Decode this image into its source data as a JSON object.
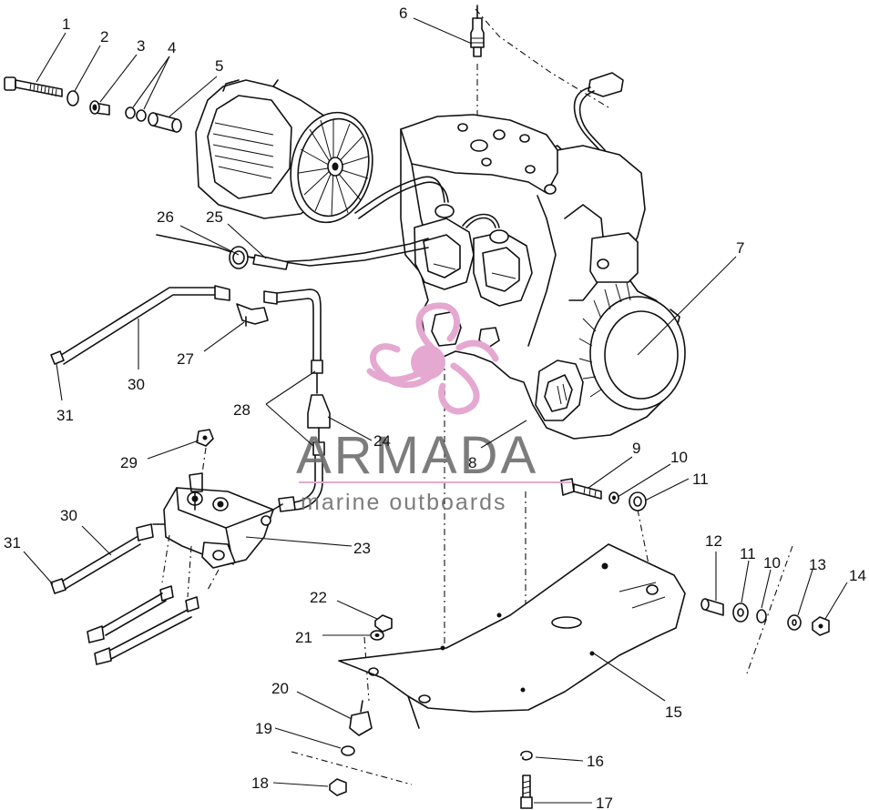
{
  "callouts": {
    "c1": "1",
    "c2": "2",
    "c3": "3",
    "c4": "4",
    "c5": "5",
    "c6": "6",
    "c7": "7",
    "c8": "8",
    "c9": "9",
    "c10": "10",
    "c10b": "10",
    "c11": "11",
    "c11b": "11",
    "c12": "12",
    "c13": "13",
    "c14": "14",
    "c15": "15",
    "c16": "16",
    "c17": "17",
    "c18": "18",
    "c19": "19",
    "c20": "20",
    "c21": "21",
    "c22": "22",
    "c23": "23",
    "c24": "24",
    "c25": "25",
    "c26": "26",
    "c27": "27",
    "c28": "28",
    "c29": "29",
    "c30": "30",
    "c30b": "30",
    "c31": "31",
    "c31b": "31"
  },
  "watermark": {
    "brand": "ARMADA",
    "tagline": "marine outboards",
    "colors": {
      "logo_pink": "#e5a8d0",
      "text_gray": "#6e6e6e"
    }
  }
}
